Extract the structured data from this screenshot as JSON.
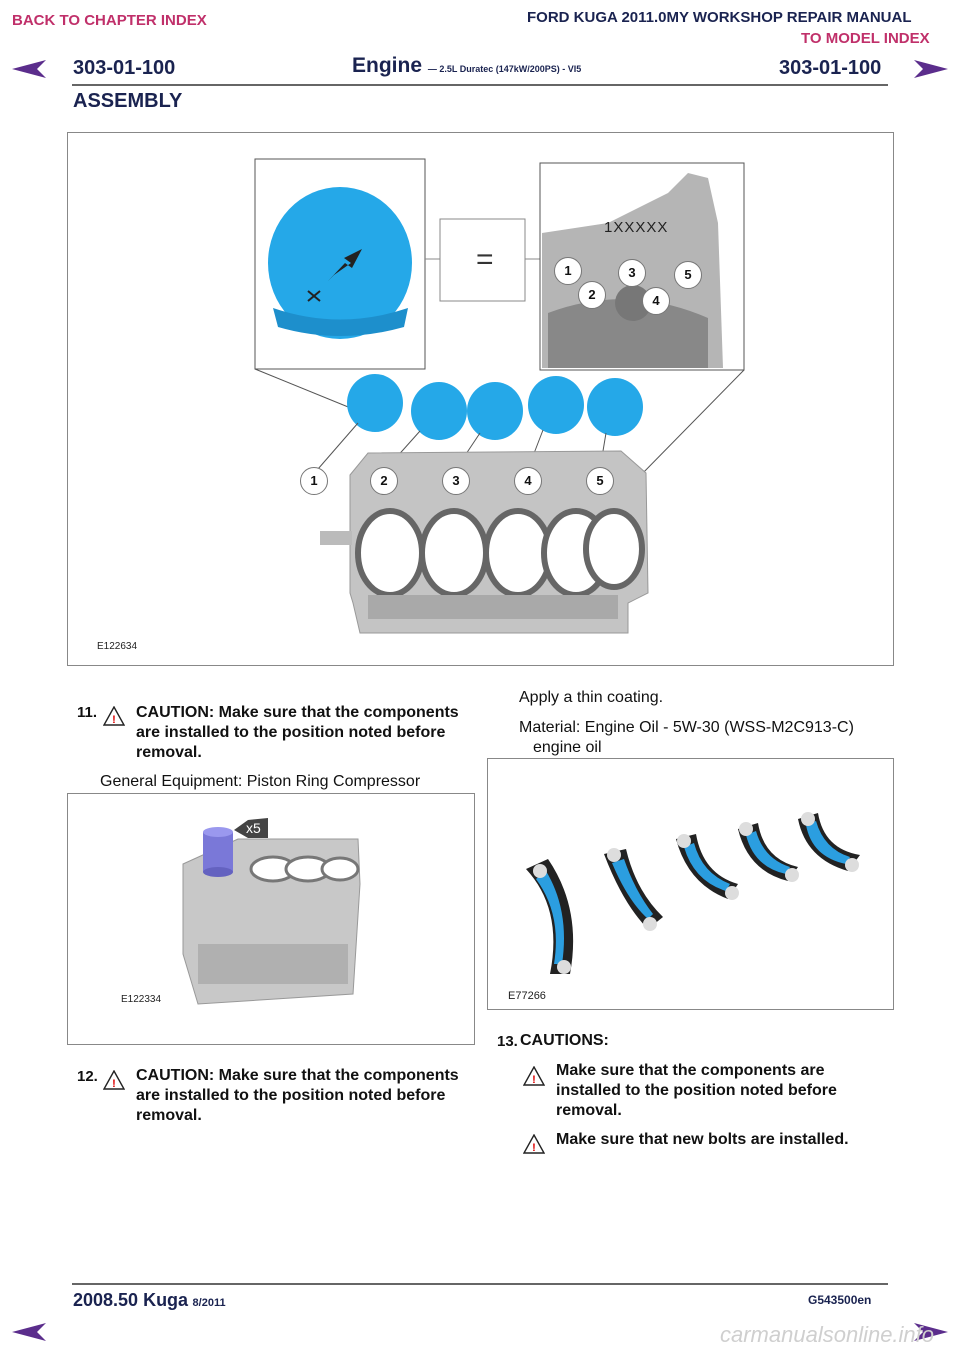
{
  "nav": {
    "back_chapter": "BACK TO CHAPTER INDEX",
    "manual_title": "FORD KUGA 2011.0MY WORKSHOP REPAIR MANUAL",
    "to_model": "TO MODEL INDEX"
  },
  "header": {
    "section_left": "303-01-100",
    "title": "Engine",
    "subtitle": "— 2.5L Duratec (147kW/200PS) - VI5",
    "section_right": "303-01-100",
    "heading": "ASSEMBLY"
  },
  "figures": {
    "fig1": {
      "code": "E122634",
      "equals": "=",
      "block_code": "1XXXXX",
      "callouts_top": [
        "1",
        "3",
        "5",
        "2",
        "4"
      ],
      "callouts_bottom": [
        "1",
        "2",
        "3",
        "4",
        "5"
      ]
    },
    "fig2": {
      "code": "E122334",
      "qty": "x5"
    },
    "fig3": {
      "code": "E77266"
    }
  },
  "steps": {
    "s11": {
      "num": "11.",
      "caution": "CAUTION: Make sure that the components are installed to the position noted before removal.",
      "equipment": "General Equipment: Piston Ring Compressor"
    },
    "apply": {
      "text": "Apply a thin coating.",
      "material_line1": "Material: Engine Oil - 5W-30 (WSS-M2C913-C)",
      "material_line2": "engine oil"
    },
    "s12": {
      "num": "12.",
      "caution": "CAUTION: Make sure that the components are installed to the position noted before removal."
    },
    "s13": {
      "num": "13.",
      "heading": "CAUTIONS:",
      "caution1": "Make sure that the components are installed to the position noted before removal.",
      "caution2": "Make sure that new bolts are installed."
    }
  },
  "footer": {
    "model": "2008.50 Kuga",
    "date": "8/2011",
    "doc_code": "G543500en",
    "watermark": "carmanualsonline.info"
  },
  "colors": {
    "nav": "#c0306a",
    "heading": "#1a2350",
    "piston": "#25a8e8",
    "arrow": "#5b2d8c"
  }
}
